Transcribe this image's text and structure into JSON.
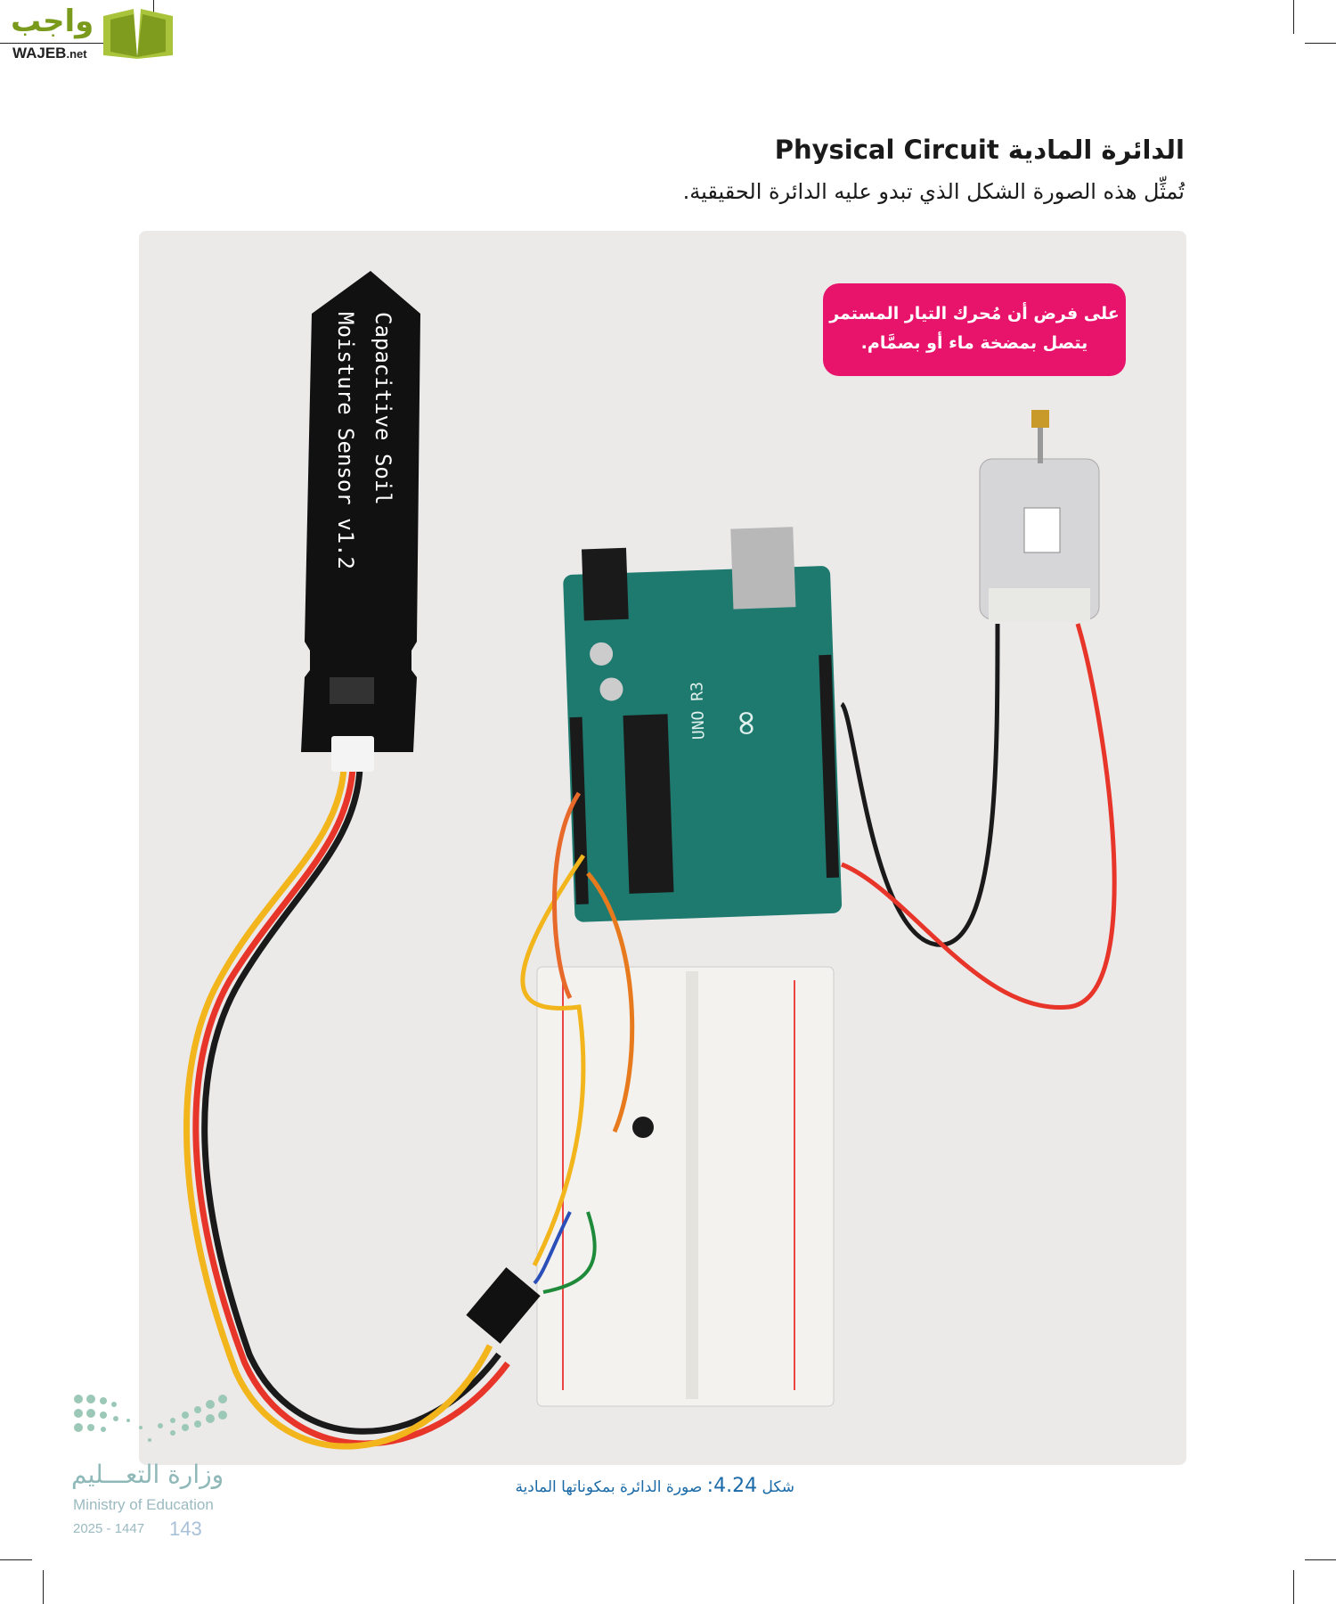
{
  "logo": {
    "arabic": "واجب",
    "latin": "WAJEB",
    "suffix": ".net"
  },
  "header": {
    "title": "الدائرة المادية Physical Circuit",
    "subtitle": "تُمثِّل هذه الصورة الشكل الذي تبدو عليه الدائرة الحقيقية."
  },
  "photo": {
    "sensor_label_line1": "Capacitive Soil",
    "sensor_label_line2": "Moisture Sensor v1.2",
    "board_label": "UNO R3",
    "callout": {
      "line1": "على فرض أن مُحرك التيار المستمر",
      "line2": "يتصل بمضخة ماء أو بصمَّام."
    },
    "wire_colors": {
      "yellow": "#f2b51c",
      "red": "#e8352a",
      "black": "#1a1a1a",
      "orange": "#e87a1e",
      "blue": "#2a4fb8",
      "green": "#1e8a3a"
    }
  },
  "caption": {
    "prefix": "شكل",
    "number": "4.24:",
    "text": "صورة الدائرة بمكوناتها المادية"
  },
  "footer": {
    "ministry_ar": "وزارة التعـــليم",
    "ministry_en": "Ministry of Education",
    "year": "2025 - 1447",
    "page_number": "143"
  },
  "colors": {
    "accent": "#e8146c",
    "caption": "#1a6aa8",
    "logo_green": "#7a9a1c"
  }
}
